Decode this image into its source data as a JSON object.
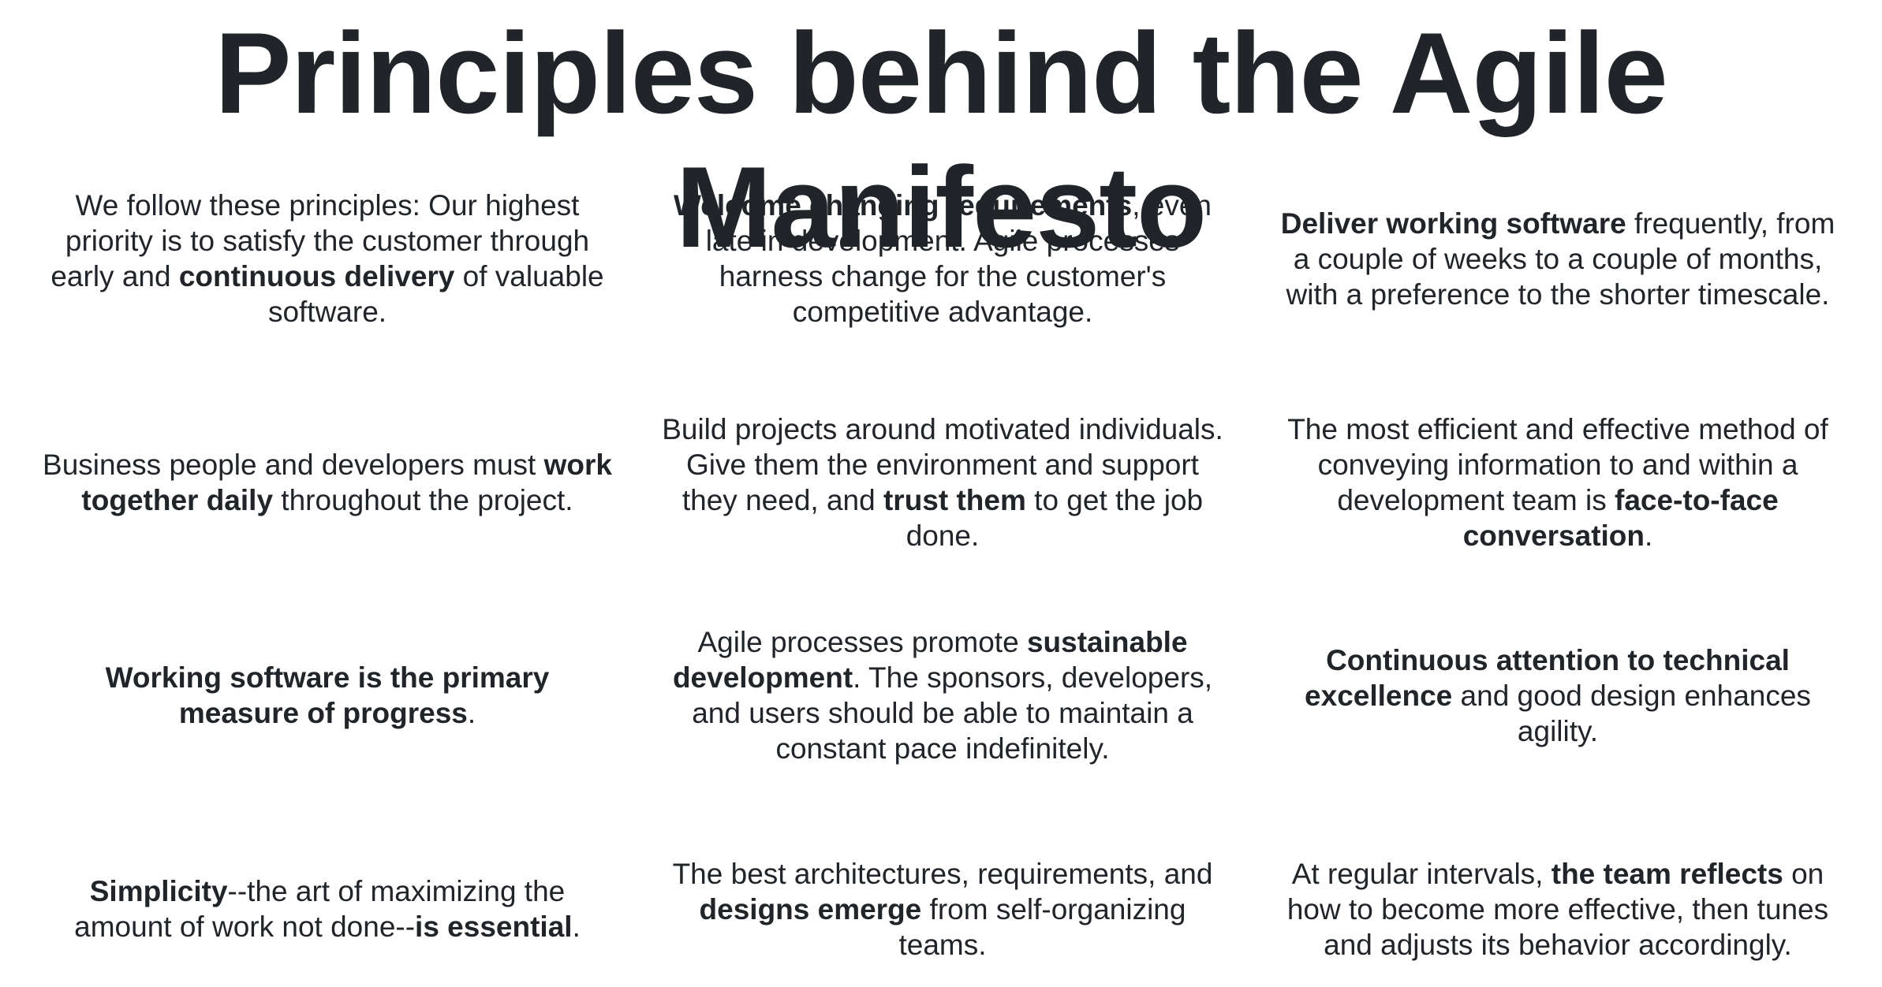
{
  "title": "Principles behind the Agile Manifesto",
  "principles": [
    {
      "t1": "We follow these principles: Our highest priority is to satisfy the customer through early and ",
      "b1": "continuous delivery",
      "t2": " of valuable software."
    },
    {
      "b1": "Welcome changing requirements",
      "t1": ", even late in development. Agile processes harness change for the customer's competitive advantage."
    },
    {
      "b1": "Deliver working software",
      "t1": " frequently, from a couple of weeks to a couple of months, with a preference to the shorter timescale."
    },
    {
      "t1": "Business people and developers must ",
      "b1": "work together daily",
      "t2": " throughout the project."
    },
    {
      "t1": "Build projects around motivated individuals. Give them the environment and support they need, and ",
      "b1": "trust them",
      "t2": " to get the job done."
    },
    {
      "t1": "The most efficient and effective method of conveying information to and within a development team is ",
      "b1": "face-to-face conversation",
      "t2": "."
    },
    {
      "b1": "Working software is the primary measure of progress",
      "t1": "."
    },
    {
      "t1": "Agile processes promote ",
      "b1": "sustainable development",
      "t2": ". The sponsors, developers, and users should be able to maintain a constant pace indefinitely."
    },
    {
      "b1": "Continuous attention to technical excellence",
      "t1": " and good design enhances agility."
    },
    {
      "b1": "Simplicity",
      "t1": "--the art of maximizing the amount of work not done--",
      "b2": "is essential",
      "t2": "."
    },
    {
      "t1": "The best architectures, requirements, and ",
      "b1": "designs emerge",
      "t2": " from self-organizing teams."
    },
    {
      "t1": "At regular intervals, ",
      "b1": "the team reflects",
      "t2": " on how to become more effective, then tunes and adjusts its behavior accordingly."
    }
  ]
}
